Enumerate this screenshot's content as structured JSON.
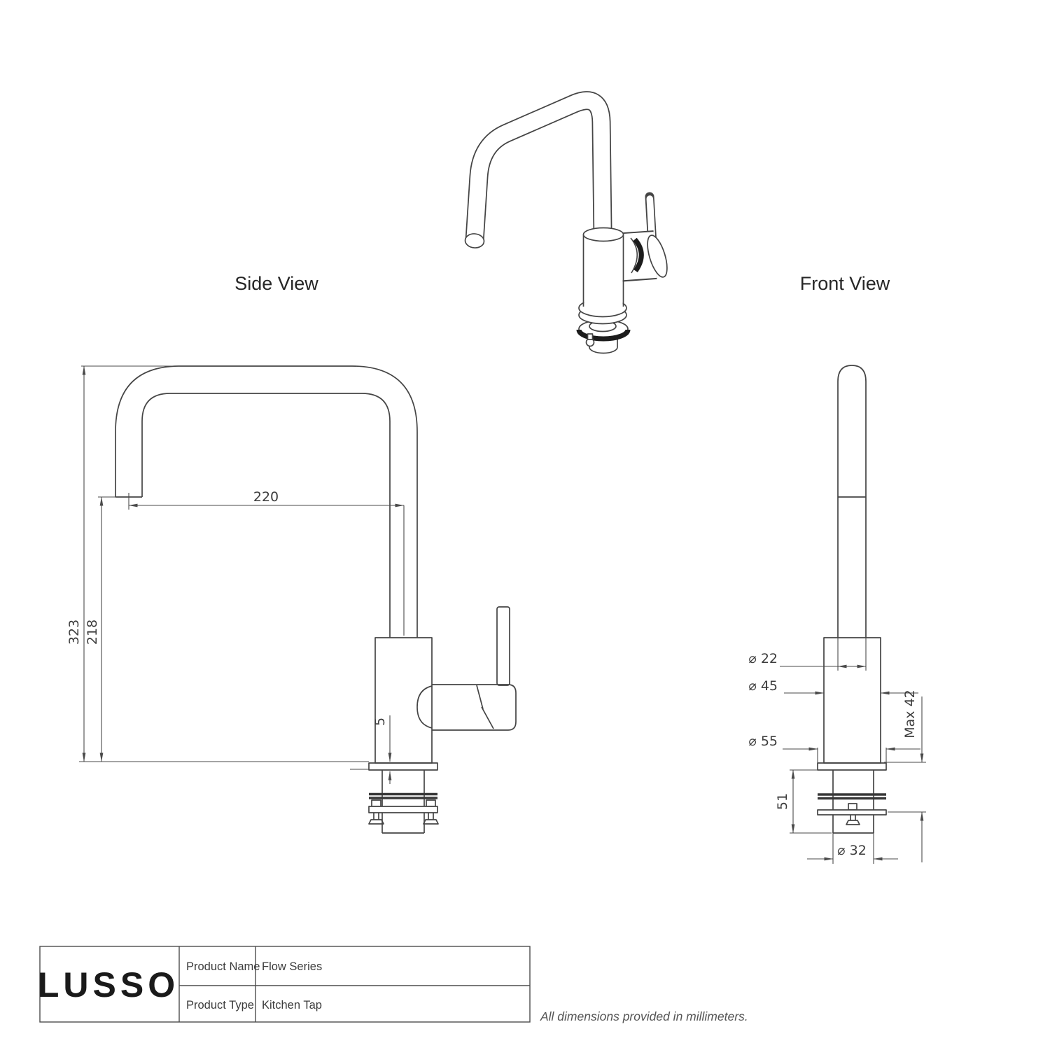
{
  "document": {
    "kind": "technical drawing",
    "footnote": "All dimensions provided in millimeters.",
    "colors": {
      "line": "#454545",
      "seal_band": "#1c1c1c",
      "background": "#ffffff"
    }
  },
  "views": {
    "isometric": {
      "name": "kitchen tap perspective view"
    },
    "side": {
      "title": "Side View",
      "dims": {
        "spout_reach": "220",
        "overall_height": "323",
        "outlet_height": "218",
        "base_plate_thickness": "5"
      }
    },
    "front": {
      "title": "Front View",
      "dims": {
        "spout_diameter": "⌀ 22",
        "body_diameter": "⌀ 45",
        "base_diameter": "⌀ 55",
        "max_deck_thickness": "Max 42",
        "shank_length": "51",
        "shank_diameter": "⌀ 32"
      }
    }
  },
  "title_block": {
    "brand": "LUSSO",
    "rows": [
      {
        "label": "Product Name",
        "value": "Flow Series"
      },
      {
        "label": "Product Type",
        "value": "Kitchen Tap"
      }
    ]
  }
}
